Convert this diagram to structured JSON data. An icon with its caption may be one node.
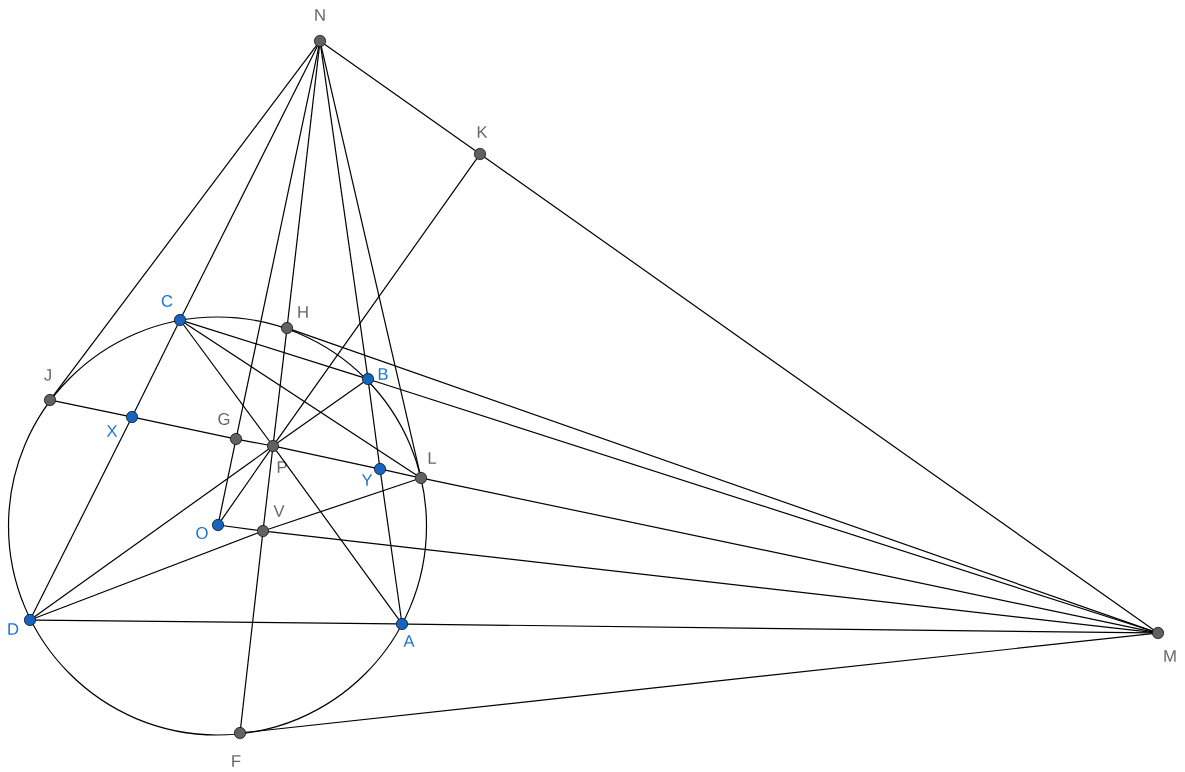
{
  "diagram": {
    "nodes": [
      {
        "text": [],
        "shape": "circle",
        "beside": [
          "N"
        ]
      },
      {
        "text": [],
        "shape": "circle",
        "beside": [
          "K"
        ]
      },
      {
        "text": [],
        "shape": "circle",
        "beside": [
          "C"
        ]
      },
      {
        "text": [],
        "shape": "circle",
        "beside": [
          "H"
        ]
      },
      {
        "text": [],
        "shape": "circle",
        "beside": [
          "J"
        ]
      },
      {
        "text": [],
        "shape": "circle",
        "beside": [
          "B"
        ]
      },
      {
        "text": [],
        "shape": "circle",
        "beside": [
          "X"
        ]
      },
      {
        "text": [],
        "shape": "circle",
        "beside": [
          "G"
        ]
      },
      {
        "text": [],
        "shape": "circle",
        "beside": [
          "P"
        ]
      },
      {
        "text": [],
        "shape": "circle",
        "beside": [
          "Y"
        ]
      },
      {
        "text": [],
        "shape": "circle",
        "beside": [
          "L"
        ]
      },
      {
        "text": [],
        "shape": "circle",
        "beside": [
          "O"
        ]
      },
      {
        "text": [],
        "shape": "circle",
        "beside": [
          "V"
        ]
      },
      {
        "text": [],
        "shape": "circle",
        "beside": [
          "D"
        ]
      },
      {
        "text": [],
        "shape": "circle",
        "beside": [
          "A"
        ]
      },
      {
        "text": [],
        "shape": "circle",
        "beside": [
          "M"
        ]
      },
      {
        "text": [],
        "shape": "circle",
        "beside": [
          "F"
        ]
      }
    ],
    "edges": [
      {
        "from": 0,
        "to": 4,
        "arrow": "none"
      },
      {
        "from": 0,
        "to": 2,
        "arrow": "none"
      },
      {
        "from": 2,
        "to": 6,
        "arrow": "none"
      },
      {
        "from": 6,
        "to": 13,
        "arrow": "none"
      },
      {
        "from": 0,
        "to": 7,
        "arrow": "none"
      },
      {
        "from": 7,
        "to": 11,
        "arrow": "none"
      },
      {
        "from": 0,
        "to": 3,
        "arrow": "none"
      },
      {
        "from": 3,
        "to": 8,
        "arrow": "none"
      },
      {
        "from": 8,
        "to": 12,
        "arrow": "none"
      },
      {
        "from": 12,
        "to": 16,
        "arrow": "none"
      },
      {
        "from": 0,
        "to": 5,
        "arrow": "none"
      },
      {
        "from": 5,
        "to": 9,
        "arrow": "none"
      },
      {
        "from": 9,
        "to": 14,
        "arrow": "none"
      },
      {
        "from": 0,
        "to": 10,
        "arrow": "none"
      },
      {
        "from": 0,
        "to": 1,
        "arrow": "none"
      },
      {
        "from": 1,
        "to": 15,
        "arrow": "none"
      },
      {
        "from": 1,
        "to": 8,
        "arrow": "none"
      },
      {
        "from": 8,
        "to": 11,
        "arrow": "none"
      },
      {
        "from": 13,
        "to": 8,
        "arrow": "none"
      },
      {
        "from": 8,
        "to": 5,
        "arrow": "none"
      },
      {
        "from": 2,
        "to": 8,
        "arrow": "none"
      },
      {
        "from": 8,
        "to": 14,
        "arrow": "none"
      },
      {
        "from": 2,
        "to": 5,
        "arrow": "none"
      },
      {
        "from": 5,
        "to": 15,
        "arrow": "none"
      },
      {
        "from": 2,
        "to": 10,
        "arrow": "none"
      },
      {
        "from": 4,
        "to": 6,
        "arrow": "none"
      },
      {
        "from": 6,
        "to": 7,
        "arrow": "none"
      },
      {
        "from": 7,
        "to": 8,
        "arrow": "none"
      },
      {
        "from": 8,
        "to": 9,
        "arrow": "none"
      },
      {
        "from": 9,
        "to": 10,
        "arrow": "none"
      },
      {
        "from": 10,
        "to": 15,
        "arrow": "none"
      },
      {
        "from": 3,
        "to": 15,
        "arrow": "none"
      },
      {
        "from": 11,
        "to": 12,
        "arrow": "none"
      },
      {
        "from": 12,
        "to": 15,
        "arrow": "none"
      },
      {
        "from": 13,
        "to": 14,
        "arrow": "none"
      },
      {
        "from": 14,
        "to": 15,
        "arrow": "none"
      },
      {
        "from": 16,
        "to": 15,
        "arrow": "none"
      },
      {
        "from": 13,
        "to": 12,
        "arrow": "none"
      },
      {
        "from": 12,
        "to": 10,
        "arrow": "none"
      }
    ]
  }
}
